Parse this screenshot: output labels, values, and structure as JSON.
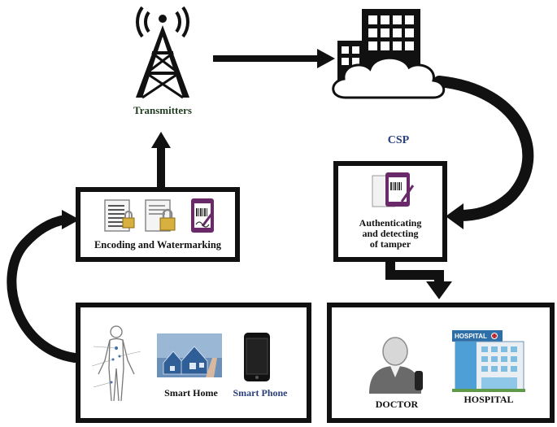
{
  "labels": {
    "transmitters": "Transmitters",
    "csp": "CSP",
    "encoding": "Encoding and Watermarking",
    "auth_line1": "Authenticating",
    "auth_line2": "and detecting",
    "auth_line3": "of tamper",
    "smart_home": "Smart Home",
    "smart_phone": "Smart Phone",
    "doctor": "DOCTOR",
    "hospital": "HOSPITAL",
    "hospital_sign": "HOSPITAL"
  },
  "colors": {
    "transmitters": "#1f3a1f",
    "csp": "#2a3f7a",
    "smart_phone": "#2a3f7a",
    "arrow": "#111111"
  },
  "icons": [
    "antenna-tower-icon",
    "building-icon",
    "cloud-icon",
    "encrypted-document-icon",
    "locked-document-icon",
    "tablet-sign-icon",
    "human-body-icon",
    "smart-home-icon",
    "smartphone-icon",
    "doctor-icon",
    "hospital-icon"
  ]
}
